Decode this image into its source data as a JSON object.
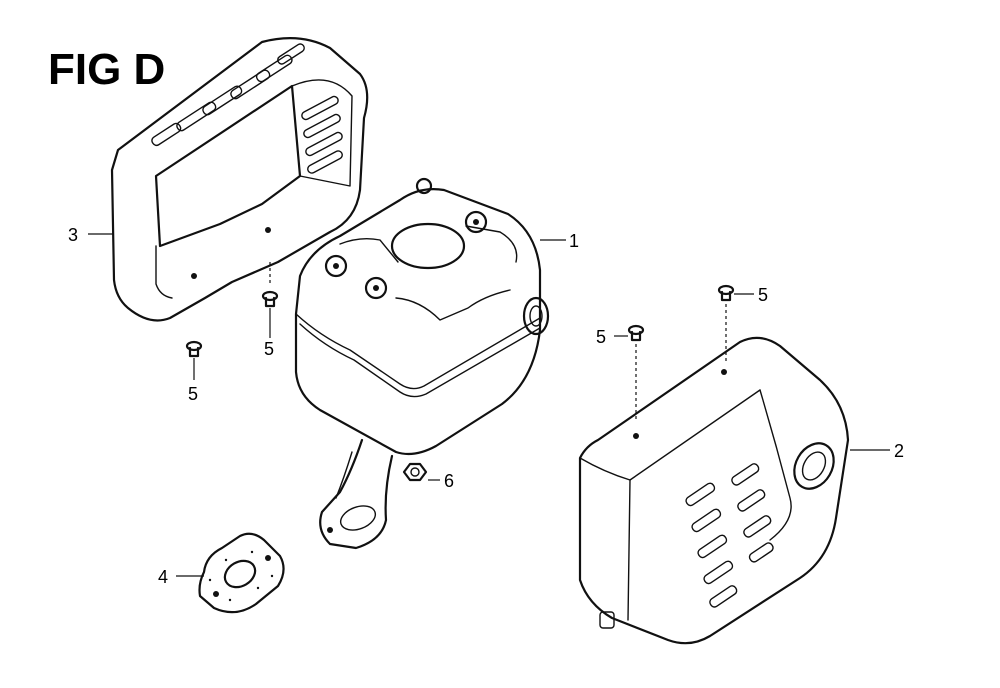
{
  "title": "FIG D",
  "callouts": {
    "muffler": "1",
    "muffler_protector": "2",
    "muffler_cover": "3",
    "gasket": "4",
    "screw_a": "5",
    "screw_b": "5",
    "screw_c": "5",
    "screw_d": "5",
    "nut": "6"
  }
}
